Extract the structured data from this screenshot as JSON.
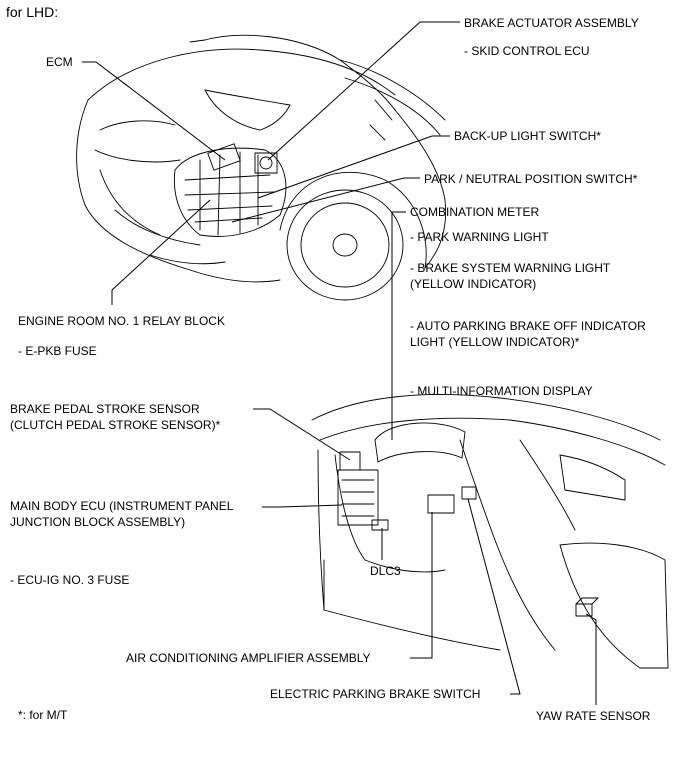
{
  "header": "for LHD:",
  "labels": {
    "ecm": "ECM",
    "brake_actuator": "BRAKE ACTUATOR ASSEMBLY",
    "skid_control": "- SKID CONTROL ECU",
    "backup_switch": "BACK-UP LIGHT SWITCH*",
    "park_neutral": "PARK / NEUTRAL POSITION SWITCH*",
    "combination_meter": "COMBINATION METER",
    "park_warning": "- PARK WARNING LIGHT",
    "brake_system_warning": "- BRAKE SYSTEM WARNING LIGHT\n(YELLOW INDICATOR)",
    "auto_parking_brake": "- AUTO PARKING BRAKE OFF INDICATOR\nLIGHT (YELLOW INDICATOR)*",
    "multi_info": "- MULTI-INFORMATION DISPLAY",
    "engine_relay": "ENGINE ROOM NO. 1 RELAY BLOCK",
    "epkb_fuse": "- E-PKB FUSE",
    "brake_pedal": "BRAKE PEDAL STROKE SENSOR\n(CLUTCH PEDAL STROKE SENSOR)*",
    "main_body_ecu": "MAIN BODY ECU (INSTRUMENT PANEL\nJUNCTION BLOCK ASSEMBLY)",
    "ecu_ig_fuse": "- ECU-IG NO. 3 FUSE",
    "dlc3": "DLC3",
    "ac_amp": "AIR CONDITIONING AMPLIFIER ASSEMBLY",
    "epb_switch": "ELECTRIC PARKING BRAKE SWITCH",
    "yaw_rate": "YAW RATE SENSOR",
    "footnote": "*: for M/T"
  }
}
